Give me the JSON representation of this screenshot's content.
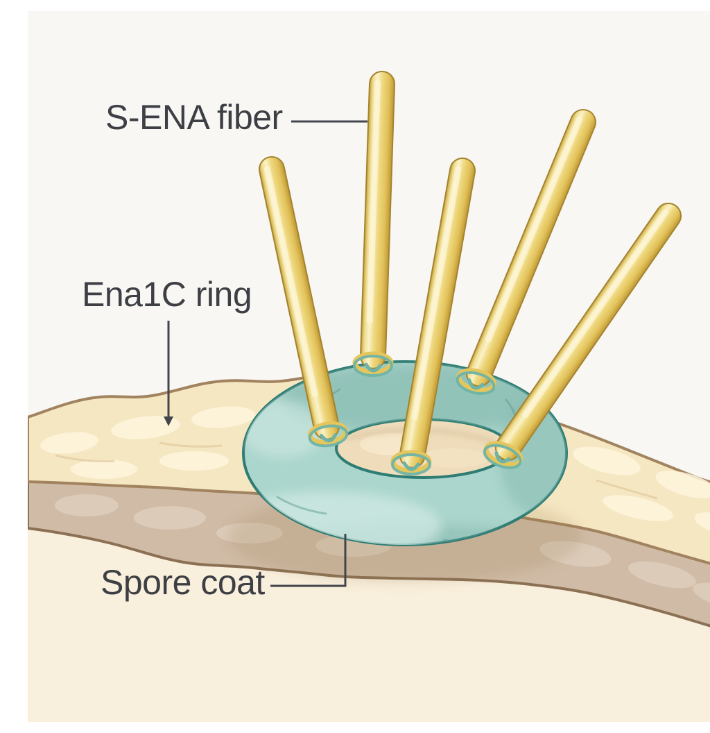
{
  "figure": {
    "kind": "scientific illustration",
    "subject": "Bacterial spore surface appendage (S-ENA) anchoring diagram",
    "structures": {
      "fiber_count": 5,
      "ring_count": 1,
      "coat_layer_count": 2
    }
  },
  "labels": {
    "s_ena_fiber": "S-ENA fiber",
    "ena1c_ring": "Ena1C ring",
    "spore_coat": "Spore coat"
  },
  "colors": {
    "background": "#f8f7f4",
    "label_text": "#3d3f44",
    "leader_line": "#42454b",
    "fiber_fill": "#eed87f",
    "fiber_highlight": "#fbf2c8",
    "fiber_edge": "#c8a23c",
    "fiber_outline": "#a5832d",
    "ring_teal": "#abd6cd",
    "ring_highlight": "#d3ebe5",
    "ring_shadow": "#7fb4aa",
    "ring_outline": "#2e7c73",
    "ring_hole": "#eedcbb",
    "collar_teal": "#6fb3a7",
    "collar_yellow": "#e5c65c",
    "coat_cream": "#f6e7c3",
    "coat_cream_highlight": "#fdf5dd",
    "coat_cream_outline": "#a1835f",
    "coat_tan": "#d0bba6",
    "coat_tan_highlight": "#e0d0bf",
    "coat_tan_outline": "#8b7054",
    "spore_body": "#f9efdd"
  }
}
